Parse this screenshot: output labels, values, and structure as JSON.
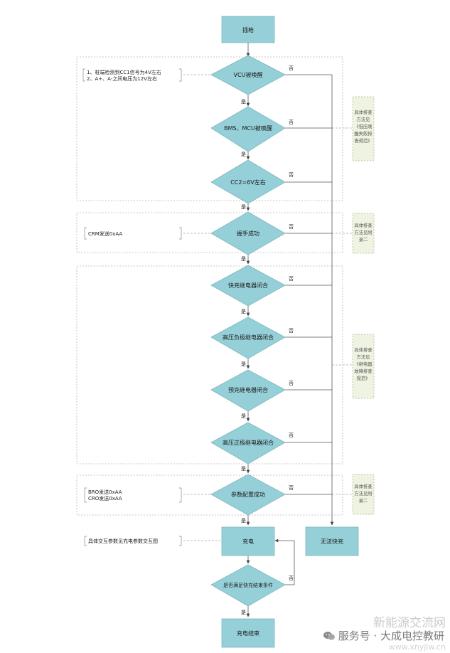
{
  "nodes": {
    "start": "插枪",
    "d1": "VCU被唤醒",
    "d2": "BMS、MCU被唤醒",
    "d3": "CC2=6V左右",
    "d4": "握手成功",
    "d5": "快充继电器闭合",
    "d6": "高压负极继电器闭合",
    "d7": "预充继电器闭合",
    "d8": "高压正极继电器闭合",
    "d9": "参数配置成功",
    "charge": "充电",
    "no_charge": "无法快充",
    "d10": "是否满足快充结束条件",
    "end": "充电结束"
  },
  "labels": {
    "yes": "是",
    "no": "否"
  },
  "left_notes": {
    "n1": [
      "1、桩端检测到CC1信号为4V左右",
      "2、A+、A-之间电压为12V左右"
    ],
    "n2": [
      "CRM发送0xAA"
    ],
    "n3": [
      "BRO发送0xAA",
      "CRO发送0xAA"
    ],
    "n4": [
      "具体交互参数见充电参数交互图"
    ]
  },
  "right_notes": {
    "r1": [
      "具体排查",
      "方法见",
      "《低压唤",
      "醒失败排",
      "查规范》"
    ],
    "r2": [
      "具体排查",
      "方法见附",
      "录二"
    ],
    "r3": [
      "具体排查",
      "方法见",
      "《继电器",
      "故障排查",
      "规范》"
    ],
    "r4": [
      "具体排查",
      "方法见附",
      "录二"
    ]
  },
  "watermark": {
    "main": "服务号 · 大成电控教研",
    "faint": "新能源交流网",
    "url": "www.xnyjlw.cn"
  },
  "colors": {
    "shape_fill": "#95cfd8",
    "shape_stroke": "#7fb6be",
    "note_fill": "#eef3e2",
    "line": "#5d5d5d",
    "dashed": "#b5b5b5"
  }
}
